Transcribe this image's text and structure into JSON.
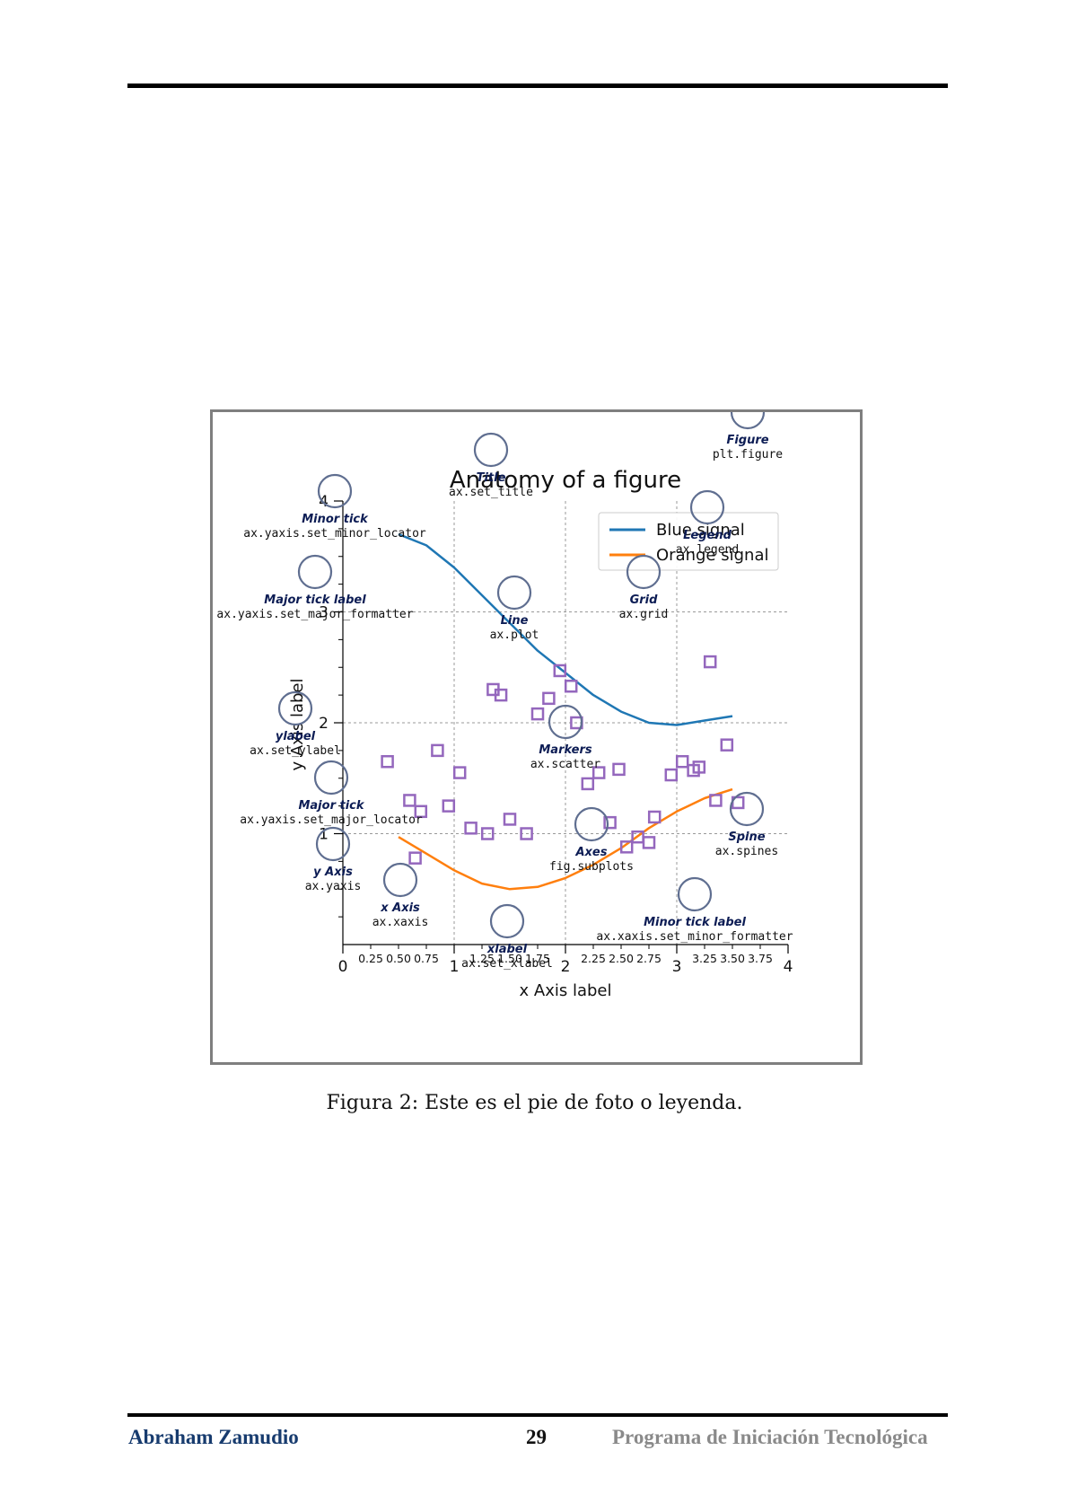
{
  "figure": {
    "caption": "Figura 2: Este es el pie de foto o leyenda.",
    "annotations": [
      {
        "title": "Figure",
        "code": "plt.figure"
      },
      {
        "title": "Title",
        "code": "ax.set_title"
      },
      {
        "title": "Minor tick",
        "code": "ax.yaxis.set_minor_locator"
      },
      {
        "title": "Legend",
        "code": "ax.legend"
      },
      {
        "title": "Major tick label",
        "code": "ax.yaxis.set_major_formatter"
      },
      {
        "title": "Grid",
        "code": "ax.grid"
      },
      {
        "title": "Line",
        "code": "ax.plot"
      },
      {
        "title": "ylabel",
        "code": "ax.set_ylabel"
      },
      {
        "title": "Markers",
        "code": "ax.scatter"
      },
      {
        "title": "Major tick",
        "code": "ax.yaxis.set_major_locator"
      },
      {
        "title": "Axes",
        "code": "fig.subplots"
      },
      {
        "title": "Spine",
        "code": "ax.spines"
      },
      {
        "title": "y Axis",
        "code": "ax.yaxis"
      },
      {
        "title": "x Axis",
        "code": "ax.xaxis"
      },
      {
        "title": "Minor tick label",
        "code": "ax.xaxis.set_minor_formatter"
      },
      {
        "title": "xlabel",
        "code": "ax.set_xlabel"
      }
    ],
    "colors": {
      "blue": "#1f77b4",
      "orange": "#ff7f0e",
      "markers": "#9467bd",
      "annotation_circle": "#5f6e90"
    }
  },
  "chart_data": {
    "type": "line",
    "title": "Anatomy of a figure",
    "xlabel": "x Axis label",
    "ylabel": "y Axis label",
    "xlim": [
      0,
      4
    ],
    "ylim": [
      0,
      4
    ],
    "x_major_ticks": [
      "0",
      "1",
      "2",
      "3",
      "4"
    ],
    "x_minor_ticks": [
      "0.25",
      "0.50",
      "0.75",
      "1.25",
      "1.50",
      "1.75",
      "2.25",
      "2.50",
      "2.75",
      "3.25",
      "3.50",
      "3.75"
    ],
    "y_major_ticks": [
      "1",
      "2",
      "3",
      "4"
    ],
    "grid": true,
    "legend_placement": "upper-right",
    "series": [
      {
        "name": "Blue signal",
        "kind": "line",
        "color": "#1f77b4",
        "x": [
          0.5,
          0.75,
          1.0,
          1.25,
          1.5,
          1.75,
          2.0,
          2.25,
          2.5,
          2.75,
          3.0,
          3.25,
          3.5
        ],
        "y": [
          3.7,
          3.6,
          3.4,
          3.15,
          2.9,
          2.65,
          2.45,
          2.25,
          2.1,
          2.0,
          1.98,
          2.02,
          2.06
        ]
      },
      {
        "name": "Orange signal",
        "kind": "line",
        "color": "#ff7f0e",
        "x": [
          0.5,
          0.75,
          1.0,
          1.25,
          1.5,
          1.75,
          2.0,
          2.25,
          2.5,
          2.75,
          3.0,
          3.25,
          3.5
        ],
        "y": [
          0.97,
          0.82,
          0.67,
          0.55,
          0.5,
          0.52,
          0.6,
          0.72,
          0.87,
          1.05,
          1.2,
          1.32,
          1.4
        ]
      },
      {
        "name": "",
        "kind": "scatter",
        "color": "#9467bd",
        "x": [
          0.4,
          0.6,
          0.7,
          0.65,
          0.85,
          0.95,
          1.05,
          1.15,
          1.3,
          1.35,
          1.42,
          1.5,
          1.65,
          1.75,
          1.85,
          1.95,
          2.05,
          2.1,
          2.2,
          2.3,
          2.4,
          2.48,
          2.55,
          2.65,
          2.75,
          2.8,
          2.95,
          3.05,
          3.15,
          3.2,
          3.3,
          3.35,
          3.45,
          3.55
        ],
        "y": [
          1.65,
          1.3,
          1.2,
          0.78,
          1.75,
          1.25,
          1.55,
          1.05,
          1.0,
          2.3,
          2.25,
          1.13,
          1.0,
          2.08,
          2.22,
          2.47,
          2.33,
          2.0,
          1.45,
          1.55,
          1.1,
          1.58,
          0.88,
          0.97,
          0.92,
          1.15,
          1.53,
          1.65,
          1.57,
          1.6,
          2.55,
          1.3,
          1.8,
          1.28
        ]
      }
    ]
  },
  "footer": {
    "author": "Abraham Zamudio",
    "page": "29",
    "program": "Programa de Iniciación Tecnológica"
  }
}
